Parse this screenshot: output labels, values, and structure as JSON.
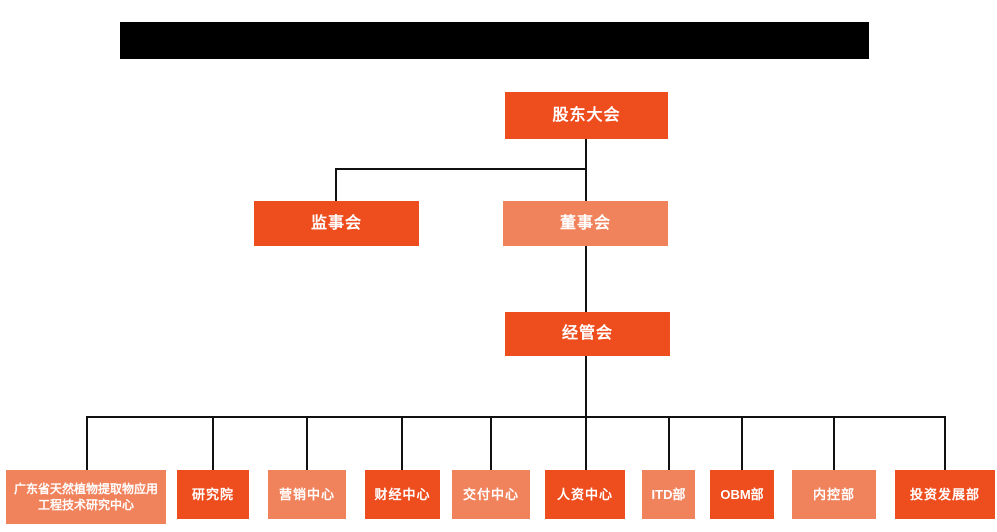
{
  "page": {
    "background": "#ffffff"
  },
  "title_bar": {
    "redacted": true,
    "color": "#000000"
  },
  "colors": {
    "primary_orange": "#EE4D1E",
    "light_orange": "#F0825C",
    "line_color": "#111111",
    "node_text": "#ffffff",
    "redaction": "#000000",
    "page_bg": "#ffffff"
  },
  "org_chart": {
    "type": "organization-chart",
    "nodes": {
      "level1": [
        {
          "id": "shareholders",
          "label": "股东大会",
          "variant": "dark"
        }
      ],
      "level2": [
        {
          "id": "supervisory",
          "label": "监事会",
          "variant": "dark"
        },
        {
          "id": "board",
          "label": "董事会",
          "variant": "light"
        }
      ],
      "level3": [
        {
          "id": "management",
          "label": "经管会",
          "variant": "dark"
        }
      ],
      "level4": [
        {
          "id": "gd-natural-plant-extract-research-center",
          "label": "广东省天然植物提取物应用工程技术研究中心",
          "variant": "light"
        },
        {
          "id": "research-institute",
          "label": "研究院",
          "variant": "dark"
        },
        {
          "id": "marketing-center",
          "label": "营销中心",
          "variant": "light"
        },
        {
          "id": "finance-center",
          "label": "财经中心",
          "variant": "dark"
        },
        {
          "id": "delivery-center",
          "label": "交付中心",
          "variant": "light"
        },
        {
          "id": "hr-center",
          "label": "人资中心",
          "variant": "dark"
        },
        {
          "id": "itd-dept",
          "label": "ITD部",
          "variant": "light"
        },
        {
          "id": "obm-dept",
          "label": "OBM部",
          "variant": "dark"
        },
        {
          "id": "internal-control-dept",
          "label": "内控部",
          "variant": "light"
        },
        {
          "id": "investment-development-dept",
          "label": "投资发展部",
          "variant": "dark"
        }
      ]
    },
    "edges": [
      "shareholders->supervisory",
      "shareholders->board",
      "board->management",
      "management->gd-natural-plant-extract-research-center",
      "management->research-institute",
      "management->marketing-center",
      "management->finance-center",
      "management->delivery-center",
      "management->hr-center",
      "management->itd-dept",
      "management->obm-dept",
      "management->internal-control-dept",
      "management->investment-development-dept"
    ]
  }
}
